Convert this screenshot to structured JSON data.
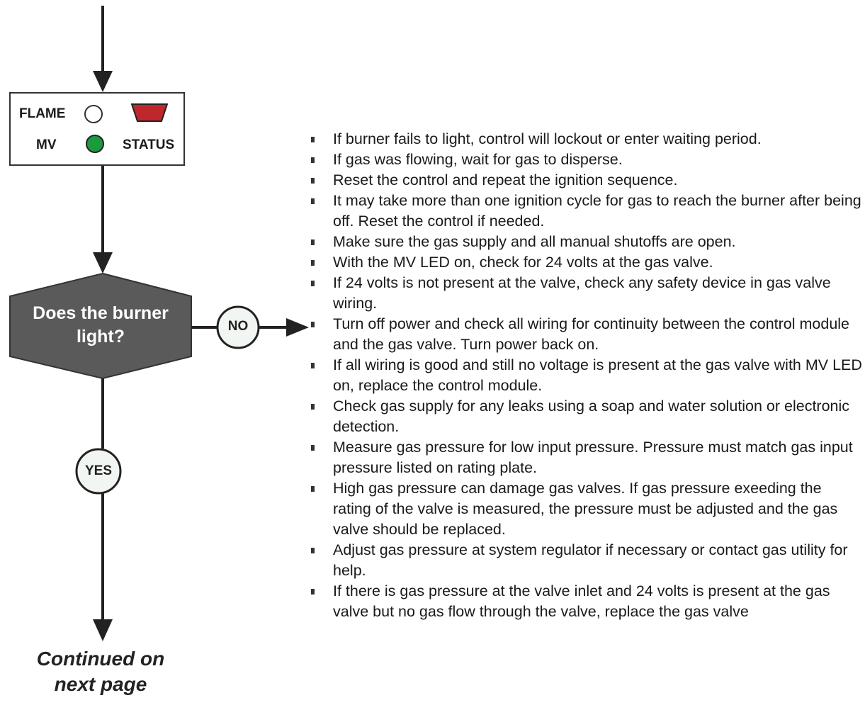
{
  "status_panel": {
    "flame_label": "FLAME",
    "mv_label": "MV",
    "status_label": "STATUS",
    "led_colors": {
      "flame": "#ffffff",
      "mv": "#1c9a3e",
      "status": "#c0272d"
    }
  },
  "decision": {
    "question": "Does the burner light?"
  },
  "branches": {
    "no_label": "NO",
    "yes_label": "YES"
  },
  "continuation": {
    "line1": "Continued on",
    "line2": "next page"
  },
  "troubleshooting_steps": [
    "If burner fails to light, control will lockout or enter waiting period.",
    "If gas was flowing, wait for gas to disperse.",
    "Reset the control and repeat the ignition sequence.",
    "It may take more than one ignition cycle for gas to reach the burner after being off.  Reset the control if needed.",
    "Make sure the gas supply and all manual shutoffs are open.",
    "With the MV LED on, check for 24 volts at the gas valve.",
    "If 24 volts is not present at the valve, check any safety device in gas valve wiring.",
    "Turn off power and check all wiring for continuity between the control module and the gas valve.  Turn power back on.",
    "If all wiring is good and still no voltage is present at the gas valve with MV LED on, replace the control module.",
    "Check gas supply for any leaks using a soap and water solution or electronic detection.",
    "Measure gas pressure for low input pressure.  Pressure must match gas input pressure listed on rating plate.",
    "High gas pressure can damage gas valves. If gas pressure exeeding the rating of the valve is measured, the pressure must be adjusted and the gas valve should be replaced.",
    "Adjust gas pressure at system regulator if necessary or contact gas utility for help.",
    "If there is gas pressure at the valve inlet and 24 volts is present at the gas valve but no gas flow through the valve, replace the gas valve"
  ]
}
